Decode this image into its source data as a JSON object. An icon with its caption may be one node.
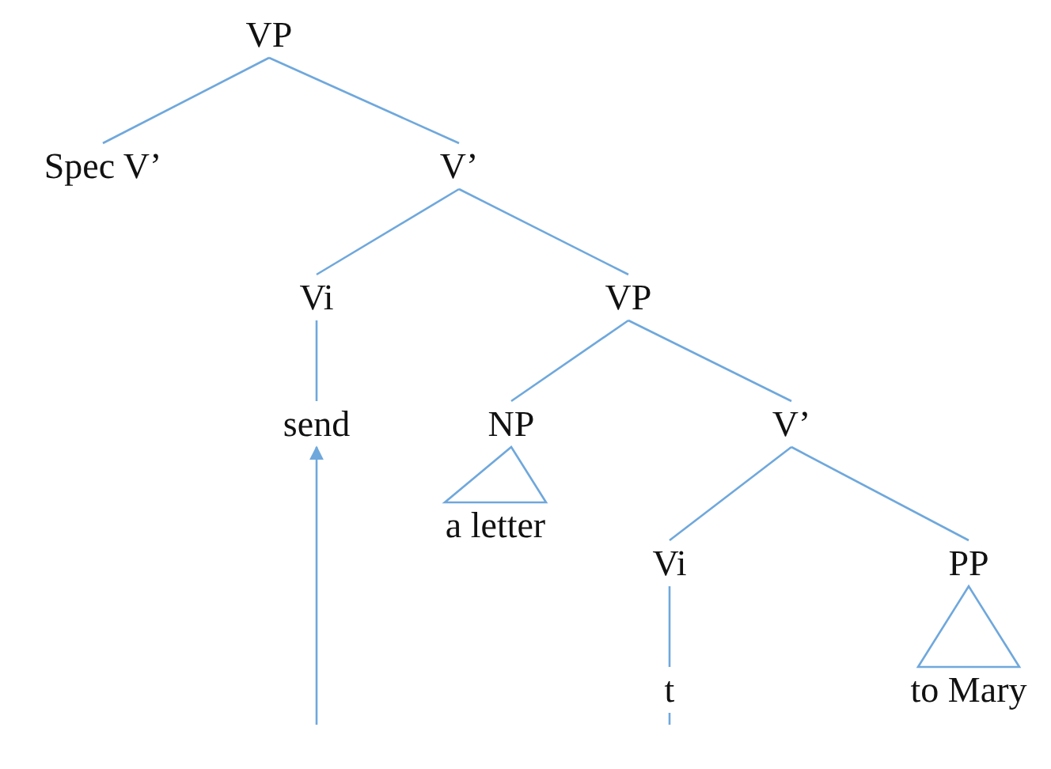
{
  "diagram": {
    "nodes": [
      {
        "text": [
          "VP"
        ]
      },
      {
        "text": [
          "Spec V’"
        ]
      },
      {
        "text": [
          "V’"
        ]
      },
      {
        "text": [
          "Vi"
        ]
      },
      {
        "text": [
          "VP"
        ]
      },
      {
        "text": [
          "send"
        ]
      },
      {
        "text": [
          "NP"
        ]
      },
      {
        "text": [
          "V’"
        ]
      },
      {
        "text": [
          "a letter"
        ]
      },
      {
        "text": [
          "Vi"
        ]
      },
      {
        "text": [
          "PP"
        ]
      },
      {
        "text": [
          "t"
        ]
      },
      {
        "text": [
          "to Mary"
        ]
      }
    ],
    "edges": [
      {
        "from": 0,
        "to": 1,
        "arrow": "none"
      },
      {
        "from": 0,
        "to": 2,
        "arrow": "none"
      },
      {
        "from": 2,
        "to": 3,
        "arrow": "none"
      },
      {
        "from": 2,
        "to": 4,
        "arrow": "none"
      },
      {
        "from": 3,
        "to": 5,
        "arrow": "none"
      },
      {
        "from": 4,
        "to": 6,
        "arrow": "none"
      },
      {
        "from": 4,
        "to": 7,
        "arrow": "none"
      },
      {
        "from": 6,
        "to": 8,
        "arrow": "none"
      },
      {
        "from": 7,
        "to": 9,
        "arrow": "none"
      },
      {
        "from": 7,
        "to": 10,
        "arrow": "none"
      },
      {
        "from": 9,
        "to": 11,
        "arrow": "none"
      },
      {
        "from": 10,
        "to": 12,
        "arrow": "none"
      },
      {
        "from": null,
        "to": 5,
        "arrow": "to"
      },
      {
        "from": 11,
        "to": null,
        "arrow": "none"
      }
    ]
  }
}
